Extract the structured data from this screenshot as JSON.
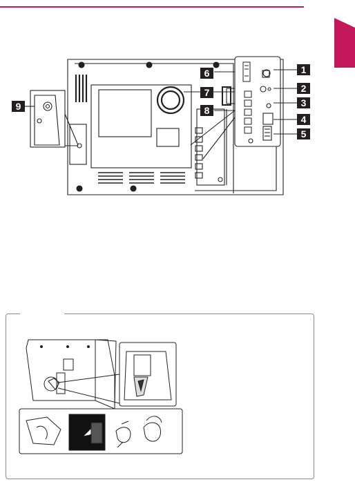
{
  "page": {
    "accent_color": "#c2185b",
    "ink_color": "#231f20"
  },
  "callouts": [
    {
      "id": "callout-1",
      "label": "1"
    },
    {
      "id": "callout-2",
      "label": "2"
    },
    {
      "id": "callout-3",
      "label": "3"
    },
    {
      "id": "callout-4",
      "label": "4"
    },
    {
      "id": "callout-5",
      "label": "5"
    },
    {
      "id": "callout-6",
      "label": "6"
    },
    {
      "id": "callout-7",
      "label": "7"
    },
    {
      "id": "callout-8",
      "label": "8"
    },
    {
      "id": "callout-9",
      "label": "9"
    }
  ],
  "rear_panel_diagram": {
    "icon": "tv-rear-panel-illustration"
  },
  "cable_holder_note": {
    "icon": "cable-holder-illustration"
  }
}
